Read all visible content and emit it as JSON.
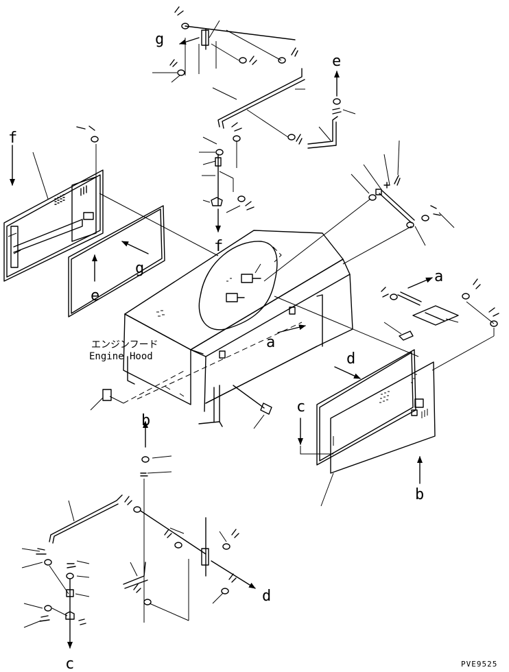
{
  "callout_letters": {
    "g_top": "g",
    "e_top": "e",
    "f_left": "f",
    "f_mid": "f",
    "e_left": "e",
    "g_left": "g",
    "a_right": "a",
    "a_mid": "a",
    "d_mid": "d",
    "c_right": "c",
    "b_mid": "b",
    "b_right": "b",
    "d_bottom": "d",
    "c_bottom": "c"
  },
  "part_label": {
    "japanese": "エンジンフード",
    "english": "Engine Hood"
  },
  "drawing_code": "PVE9525"
}
